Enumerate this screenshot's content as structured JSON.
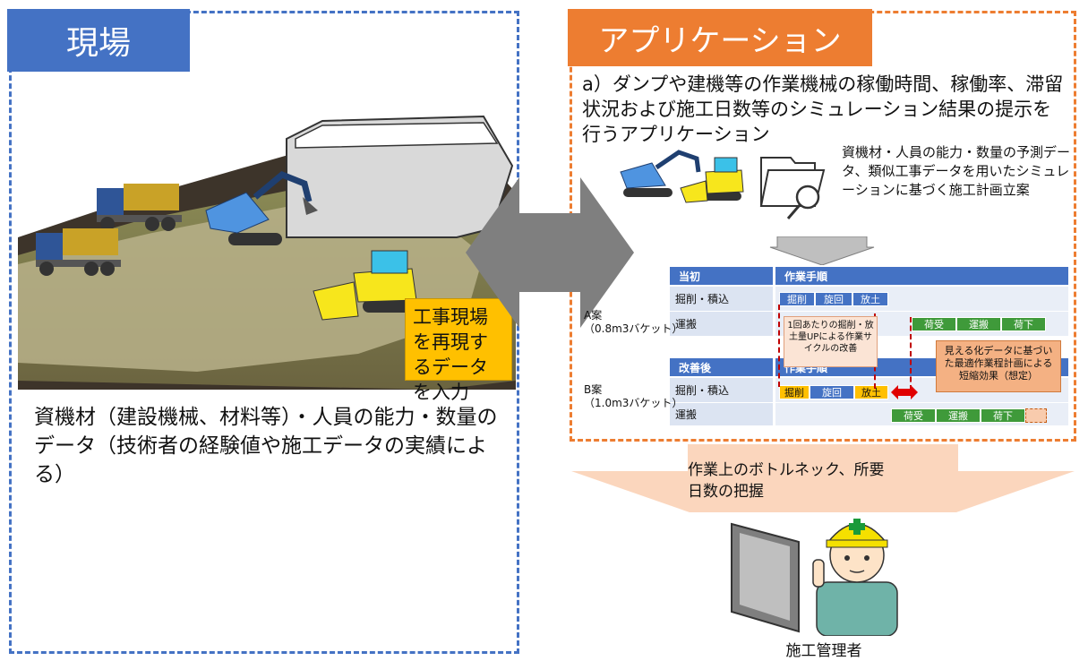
{
  "left_panel": {
    "title": "現場",
    "input_note": "工事現場を再現するデータを入力",
    "description": "資機材（建設機械、材料等）・人員の能力・数量のデータ（技術者の経験値や施工データの実績による）"
  },
  "right_panel": {
    "title": "アプリケーション",
    "description": "a）ダンプや建機等の作業機械の稼働時間、稼働率、滞留状況および施工日数等のシミュレーション結果の提示を行うアプリケーション",
    "sub_description": "資機材・人員の能力・数量の予測データ、類似工事データを用いたシミュレーションに基づく施工計画立案",
    "gantt": {
      "header_initial": "当初",
      "header_procedure": "作業手順",
      "header_improved": "改善後",
      "plan_a_label": "A案",
      "plan_a_sub": "（0.8m3バケット）",
      "plan_b_label": "B案",
      "plan_b_sub": "（1.0m3バケット）",
      "row_excavate": "掘削・積込",
      "row_transport": "運搬",
      "bars_a_excavate": [
        "掘削",
        "旋回",
        "放土"
      ],
      "bars_a_transport": [
        "荷受",
        "運搬",
        "荷下"
      ],
      "bars_b_excavate": [
        "掘削",
        "旋回",
        "放土"
      ],
      "bars_b_transport": [
        "荷受",
        "運搬",
        "荷下"
      ]
    },
    "callout_improvement": "1回あたりの掘削・放土量UPによる作業サイクルの改善",
    "callout_effect": "見える化データに基づいた最適作業程計画による短縮効果（想定）"
  },
  "bottleneck_text": "作業上のボトルネック、所要日数の把握",
  "manager_label": "施工管理者",
  "colors": {
    "blue": "#4472c4",
    "orange": "#ed7d31",
    "yellow": "#ffc000",
    "green": "#3f9a3a",
    "peach": "#f8cbad",
    "gray_arrow": "#7f7f7f"
  }
}
